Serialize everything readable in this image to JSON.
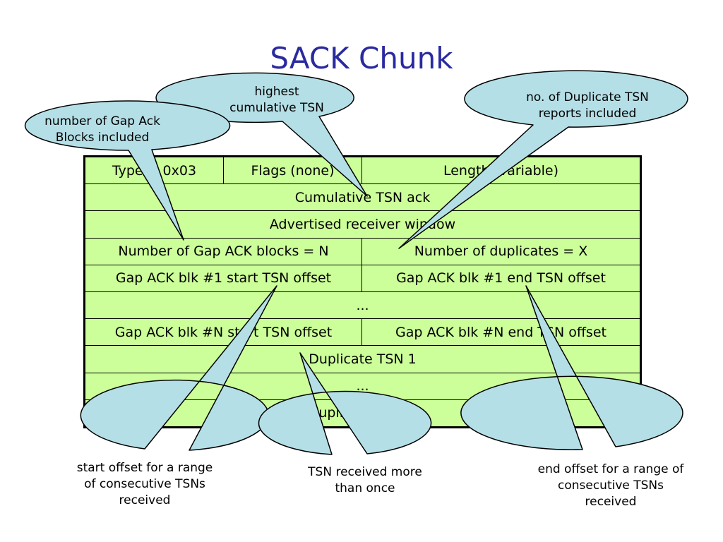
{
  "title": "SACK Chunk",
  "table": {
    "rows": [
      [
        "Type = 0x03",
        "Flags (none)",
        "Length (variable)"
      ],
      [
        "Cumulative TSN ack"
      ],
      [
        "Advertised receiver window"
      ],
      [
        "Number of Gap ACK blocks = N",
        "Number of duplicates = X"
      ],
      [
        "Gap ACK blk #1 start TSN offset",
        "Gap ACK blk #1 end TSN offset"
      ],
      [
        "..."
      ],
      [
        "Gap ACK blk #N start TSN offset",
        "Gap ACK blk #N end TSN offset"
      ],
      [
        "Duplicate TSN 1"
      ],
      [
        "..."
      ],
      [
        "Duplicate TSN X"
      ]
    ]
  },
  "callouts": {
    "highest_cumulative_tsn": "highest cumulative TSN",
    "num_gap_ack_blocks": "number of Gap Ack Blocks included",
    "num_duplicate_tsn": "no. of Duplicate TSN reports included",
    "start_offset": "start offset for a range of consecutive TSNs received",
    "tsn_received_more_than_once": "TSN received more than once",
    "end_offset": "end offset for a range of consecutive TSNs received"
  },
  "colors": {
    "title": "#2a2aa0",
    "table_fill": "#ccff99",
    "callout_fill": "#b5dfe6"
  }
}
